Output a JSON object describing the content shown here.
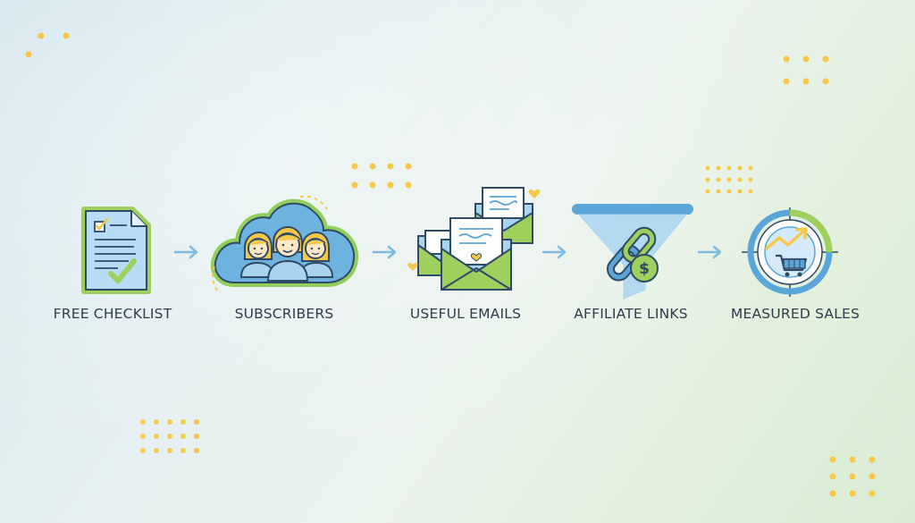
{
  "steps": [
    {
      "label": "FREE CHECKLIST",
      "icon": "checklist-icon"
    },
    {
      "label": "SUBSCRIBERS",
      "icon": "subscribers-cloud-icon"
    },
    {
      "label": "USEFUL EMAILS",
      "icon": "emails-icon"
    },
    {
      "label": "AFFILIATE LINKS",
      "icon": "affiliate-funnel-icon"
    },
    {
      "label": "MEASURED SALES",
      "icon": "sales-target-icon"
    }
  ],
  "colors": {
    "blue": "#5ba6d8",
    "light_blue": "#a9d4f0",
    "green": "#9fcf5d",
    "navy": "#2f4a66",
    "yellow": "#f5c84a"
  }
}
